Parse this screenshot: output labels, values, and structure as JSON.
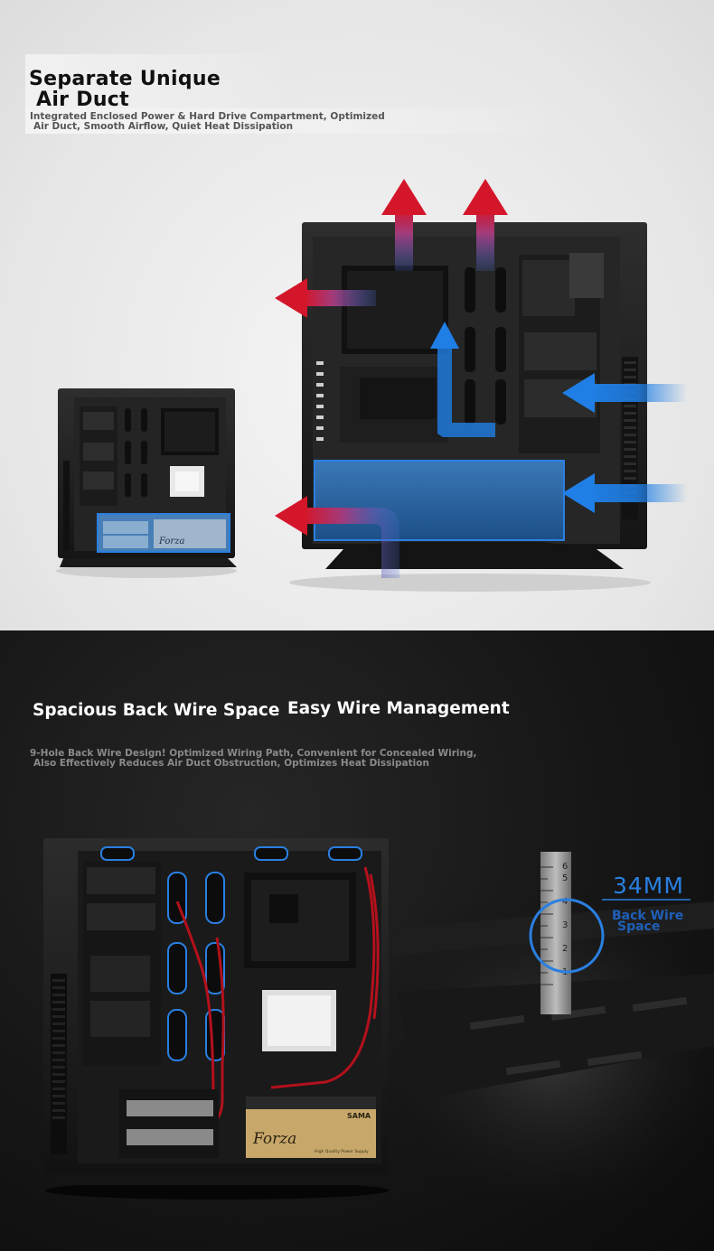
{
  "air_duct": {
    "title_line1": "Separate Unique",
    "title_line2": "Air Duct",
    "subtitle_line1": "Integrated Enclosed Power & Hard Drive Compartment, Optimized",
    "subtitle_line2": "Air Duct, Smooth Airflow, Quiet Heat Dissipation",
    "small_psu_brand": "Forza"
  },
  "wire_space": {
    "title_left": "Spacious Back Wire Space",
    "title_right": "Easy Wire Management",
    "subtitle_line1": "9-Hole Back Wire Design! Optimized Wiring Path, Convenient for Concealed Wiring,",
    "subtitle_line2": "Also Effectively Reduces Air Duct Obstruction, Optimizes Heat Dissipation",
    "measure": "34MM",
    "measure_label_line1": "Back Wire",
    "measure_label_line2": "Space",
    "psu_brand": "Forza",
    "psu_maker": "SAMA",
    "psu_tagline": "High Quality Power Supply",
    "ruler_ticks": [
      "1",
      "2",
      "3",
      "4",
      "5",
      "6"
    ]
  },
  "colors": {
    "cool_air": "#1f7fe6",
    "hot_air": "#d4162a",
    "highlight_blue": "#2a7fe0"
  }
}
